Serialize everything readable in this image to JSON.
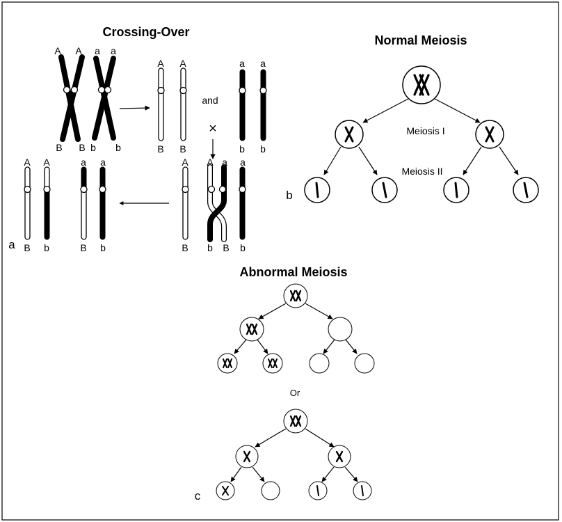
{
  "panel_a": {
    "title": "Crossing-Over",
    "label": "a",
    "connector": "and",
    "cross_symbol": "×",
    "allele_upper_dominant": "A",
    "allele_upper_recessive": "a",
    "allele_lower_dominant": "B",
    "allele_lower_recessive": "b"
  },
  "panel_b": {
    "title": "Normal Meiosis",
    "label": "b",
    "stage1": "Meiosis I",
    "stage2": "Meiosis II"
  },
  "panel_c": {
    "title": "Abnormal Meiosis",
    "label": "c",
    "or_text": "Or"
  },
  "colors": {
    "line": "#000000",
    "background": "#ffffff"
  }
}
